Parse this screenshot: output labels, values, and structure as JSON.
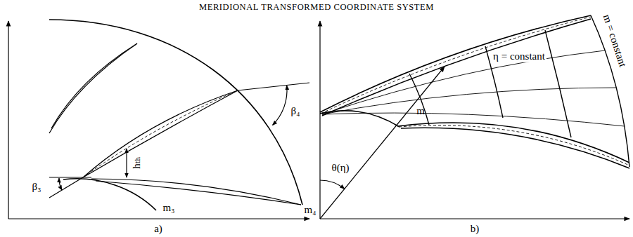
{
  "diagram": {
    "title": "MERIDIONAL TRANSFORMED COORDINATE SYSTEM",
    "labels": [
      "a)",
      "b)",
      "β₃",
      "β₄",
      "hₜₕ",
      "m₃",
      "m₄",
      "θ(η)",
      "m",
      "η = constant",
      "m = constant"
    ]
  }
}
